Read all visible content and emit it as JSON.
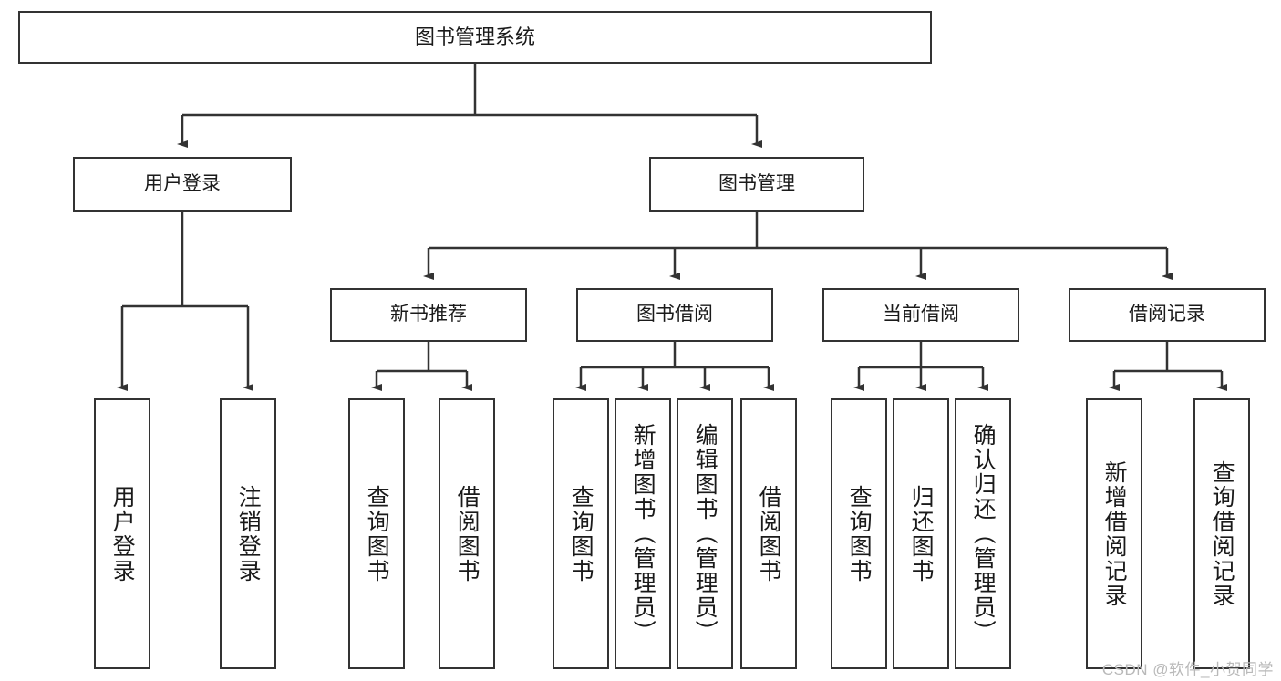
{
  "diagram": {
    "title": "图书管理系统",
    "watermark": "CSDN @软件_小贺同学",
    "line_color": "#333333",
    "box_fill": "#ffffff",
    "text_color": "#1a1a1a",
    "root": {
      "label": "图书管理系统"
    },
    "level1": [
      {
        "label": "用户登录"
      },
      {
        "label": "图书管理"
      }
    ],
    "level2": [
      {
        "label": "新书推荐"
      },
      {
        "label": "图书借阅"
      },
      {
        "label": "当前借阅"
      },
      {
        "label": "借阅记录"
      }
    ],
    "leaves": [
      {
        "label": "用户登录"
      },
      {
        "label": "注销登录"
      },
      {
        "label": "查询图书"
      },
      {
        "label": "借阅图书"
      },
      {
        "label": "查询图书"
      },
      {
        "label": "新增图书（管理员）"
      },
      {
        "label": "编辑图书（管理员）"
      },
      {
        "label": "借阅图书"
      },
      {
        "label": "查询图书"
      },
      {
        "label": "归还图书"
      },
      {
        "label": "确认归还（管理员）"
      },
      {
        "label": "新增借阅记录"
      },
      {
        "label": "查询借阅记录"
      }
    ]
  }
}
